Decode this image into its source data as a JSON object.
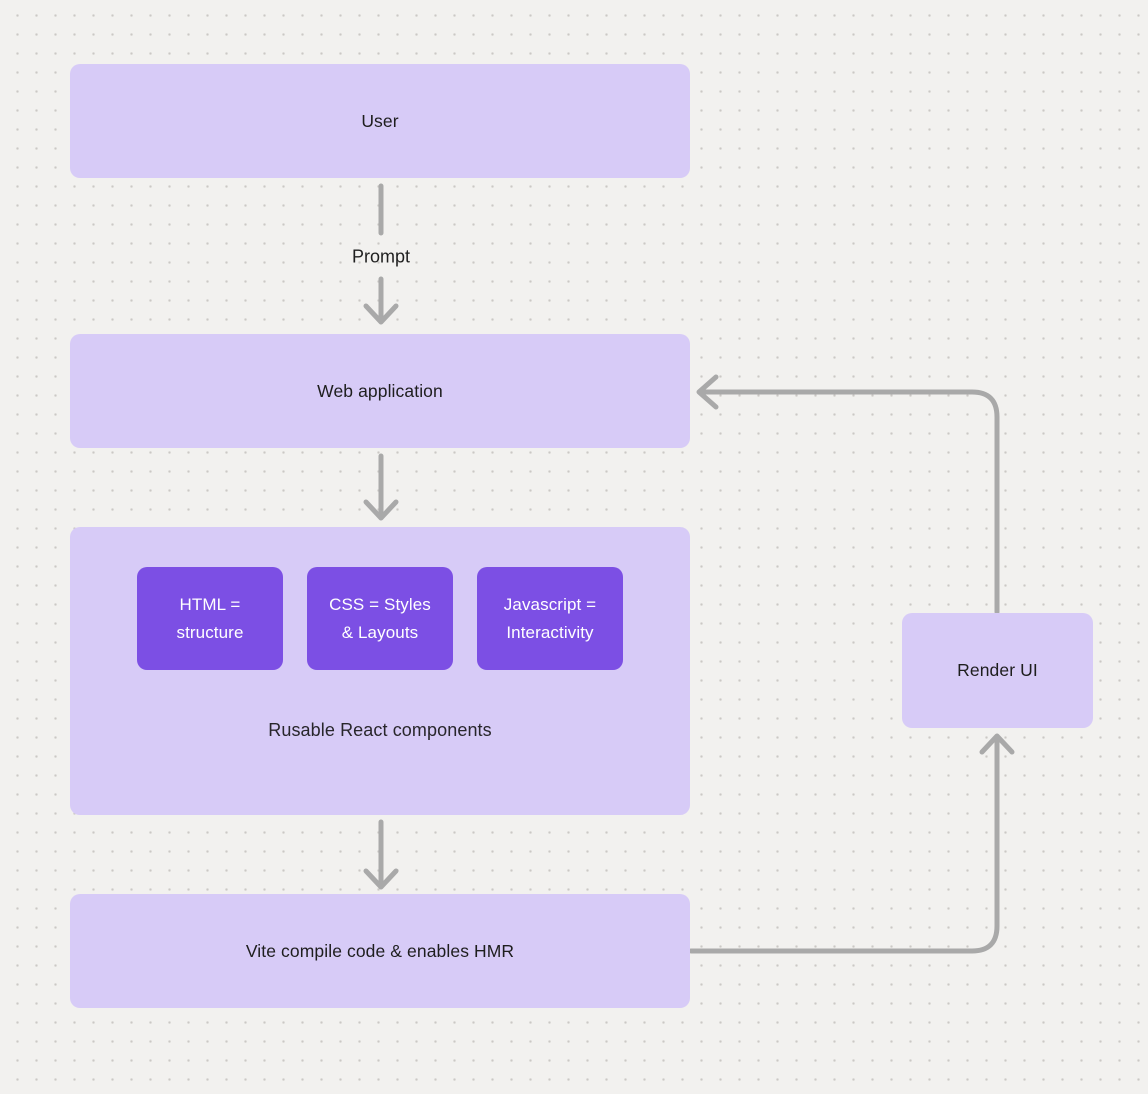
{
  "diagram": {
    "title": "react-vite-flow-diagram",
    "nodes": {
      "user": {
        "label": "User"
      },
      "web_application": {
        "label": "Web application"
      },
      "components": {
        "caption": "Rusable React components",
        "chips": [
          {
            "lines": [
              "HTML =",
              "structure"
            ]
          },
          {
            "lines": [
              "CSS = Styles",
              "& Layouts"
            ]
          },
          {
            "lines": [
              "Javascript =",
              "Interactivity"
            ]
          }
        ]
      },
      "vite": {
        "label": "Vite compile code & enables HMR"
      },
      "render_ui": {
        "label": "Render UI"
      }
    },
    "edges": {
      "prompt_label": "Prompt"
    }
  },
  "colors": {
    "background": "#f2f1ef",
    "dot": "#cbc8c5",
    "node_fill": "#d7cbf7",
    "chip_fill": "#7c4fe4",
    "chip_text": "#ffffff",
    "node_text": "#1e1e1e",
    "connector": "#a9a9a9"
  }
}
